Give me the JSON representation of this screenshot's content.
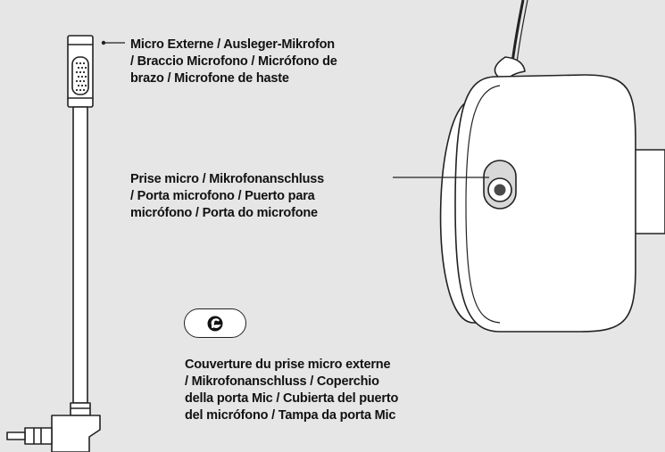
{
  "labels": {
    "boom_mic": [
      "Micro Externe / Ausleger-Mikrofon",
      "/ Braccio Microfono / Micrófono de",
      "brazo / Microfone de haste"
    ],
    "mic_port": [
      "Prise micro / Mikrofonanschluss",
      "/ Porta microfono / Puerto para",
      "micrófono / Porta do microfone"
    ],
    "port_cover": [
      "Couverture du prise micro externe",
      "/ Mikrofonanschluss / Coperchio",
      "della porta Mic / Cubierta del puerto",
      "del micrófono / Tampa da porta Mic"
    ]
  },
  "icons": {
    "cover_badge": "brand-logo-icon"
  },
  "colors": {
    "background": "#e6e6e6",
    "outline": "#222222",
    "fill": "#ffffff",
    "port_socket": "#4a4a4a",
    "port_slot": "#d8d8d8"
  }
}
